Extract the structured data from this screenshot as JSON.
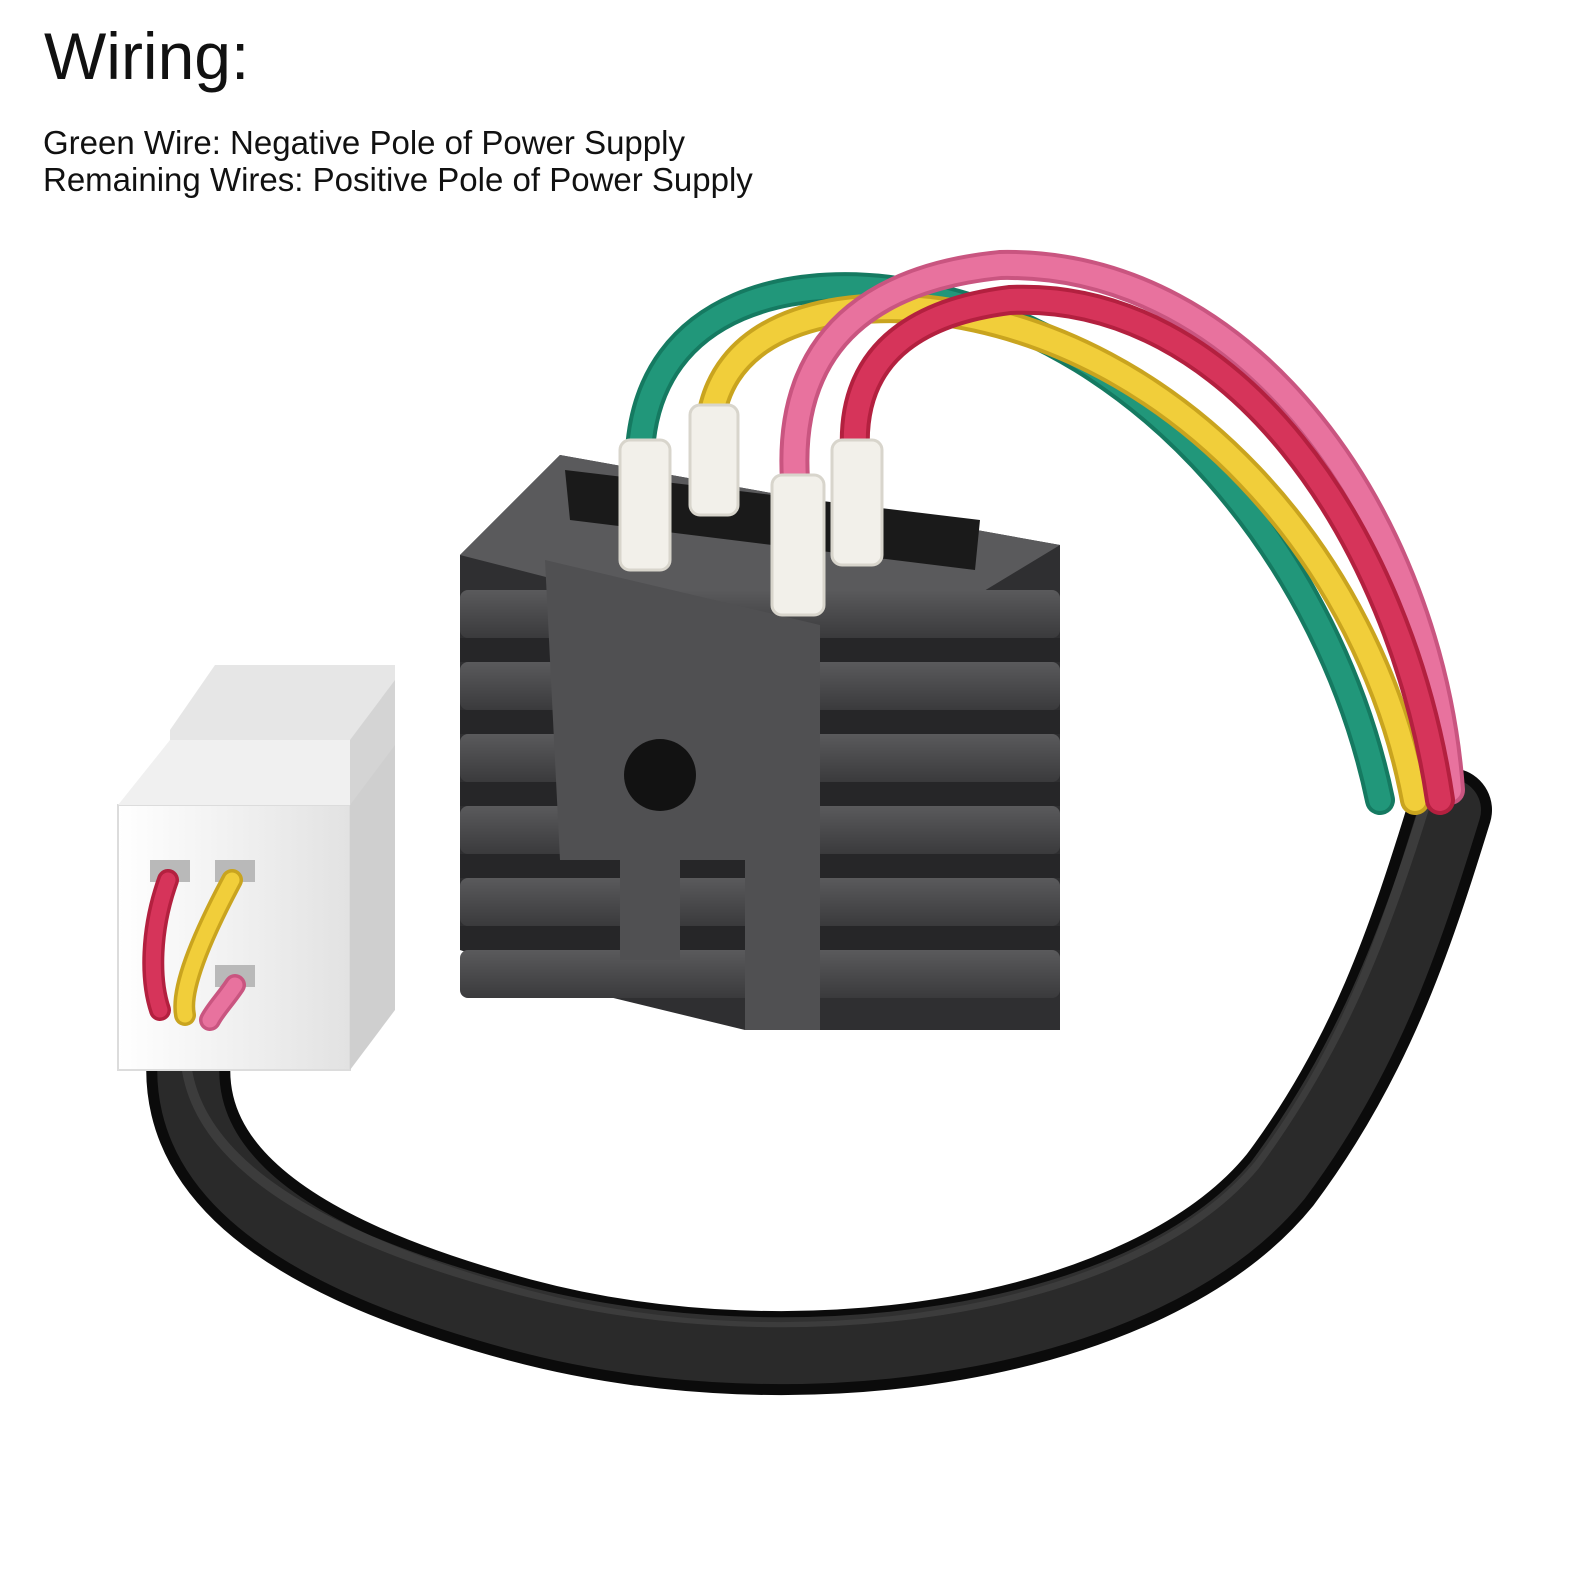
{
  "heading": "Wiring:",
  "lines": [
    "Green Wire: Negative Pole of Power Supply",
    "Remaining Wires: Positive Pole of Power Supply"
  ],
  "colors": {
    "green_wire": "#21977a",
    "yellow_wire": "#f1ce3a",
    "red_wire": "#d6345a",
    "pink_wire": "#e8729e",
    "heatsink": "#4a4a4c",
    "sheath": "#202020",
    "connector": "#f4f4f4"
  }
}
